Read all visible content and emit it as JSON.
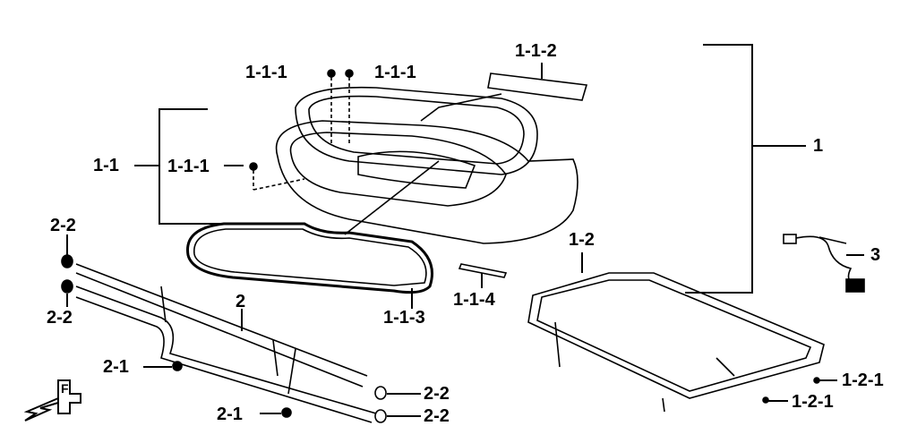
{
  "labels": {
    "p112": "1-1-2",
    "p111a": "1-1-1",
    "p111b": "1-1-1",
    "p111c": "1-1-1",
    "p11": "1-1",
    "p1": "1",
    "p22a": "2-2",
    "p22b": "2-2",
    "p12": "1-2",
    "p3": "3",
    "p114": "1-1-4",
    "p113": "1-1-3",
    "p2": "2",
    "p21a": "2-1",
    "p21b": "2-1",
    "p22c": "2-2",
    "p22d": "2-2",
    "p121a": "1-2-1",
    "p121b": "1-2-1"
  },
  "front_marker": "F"
}
